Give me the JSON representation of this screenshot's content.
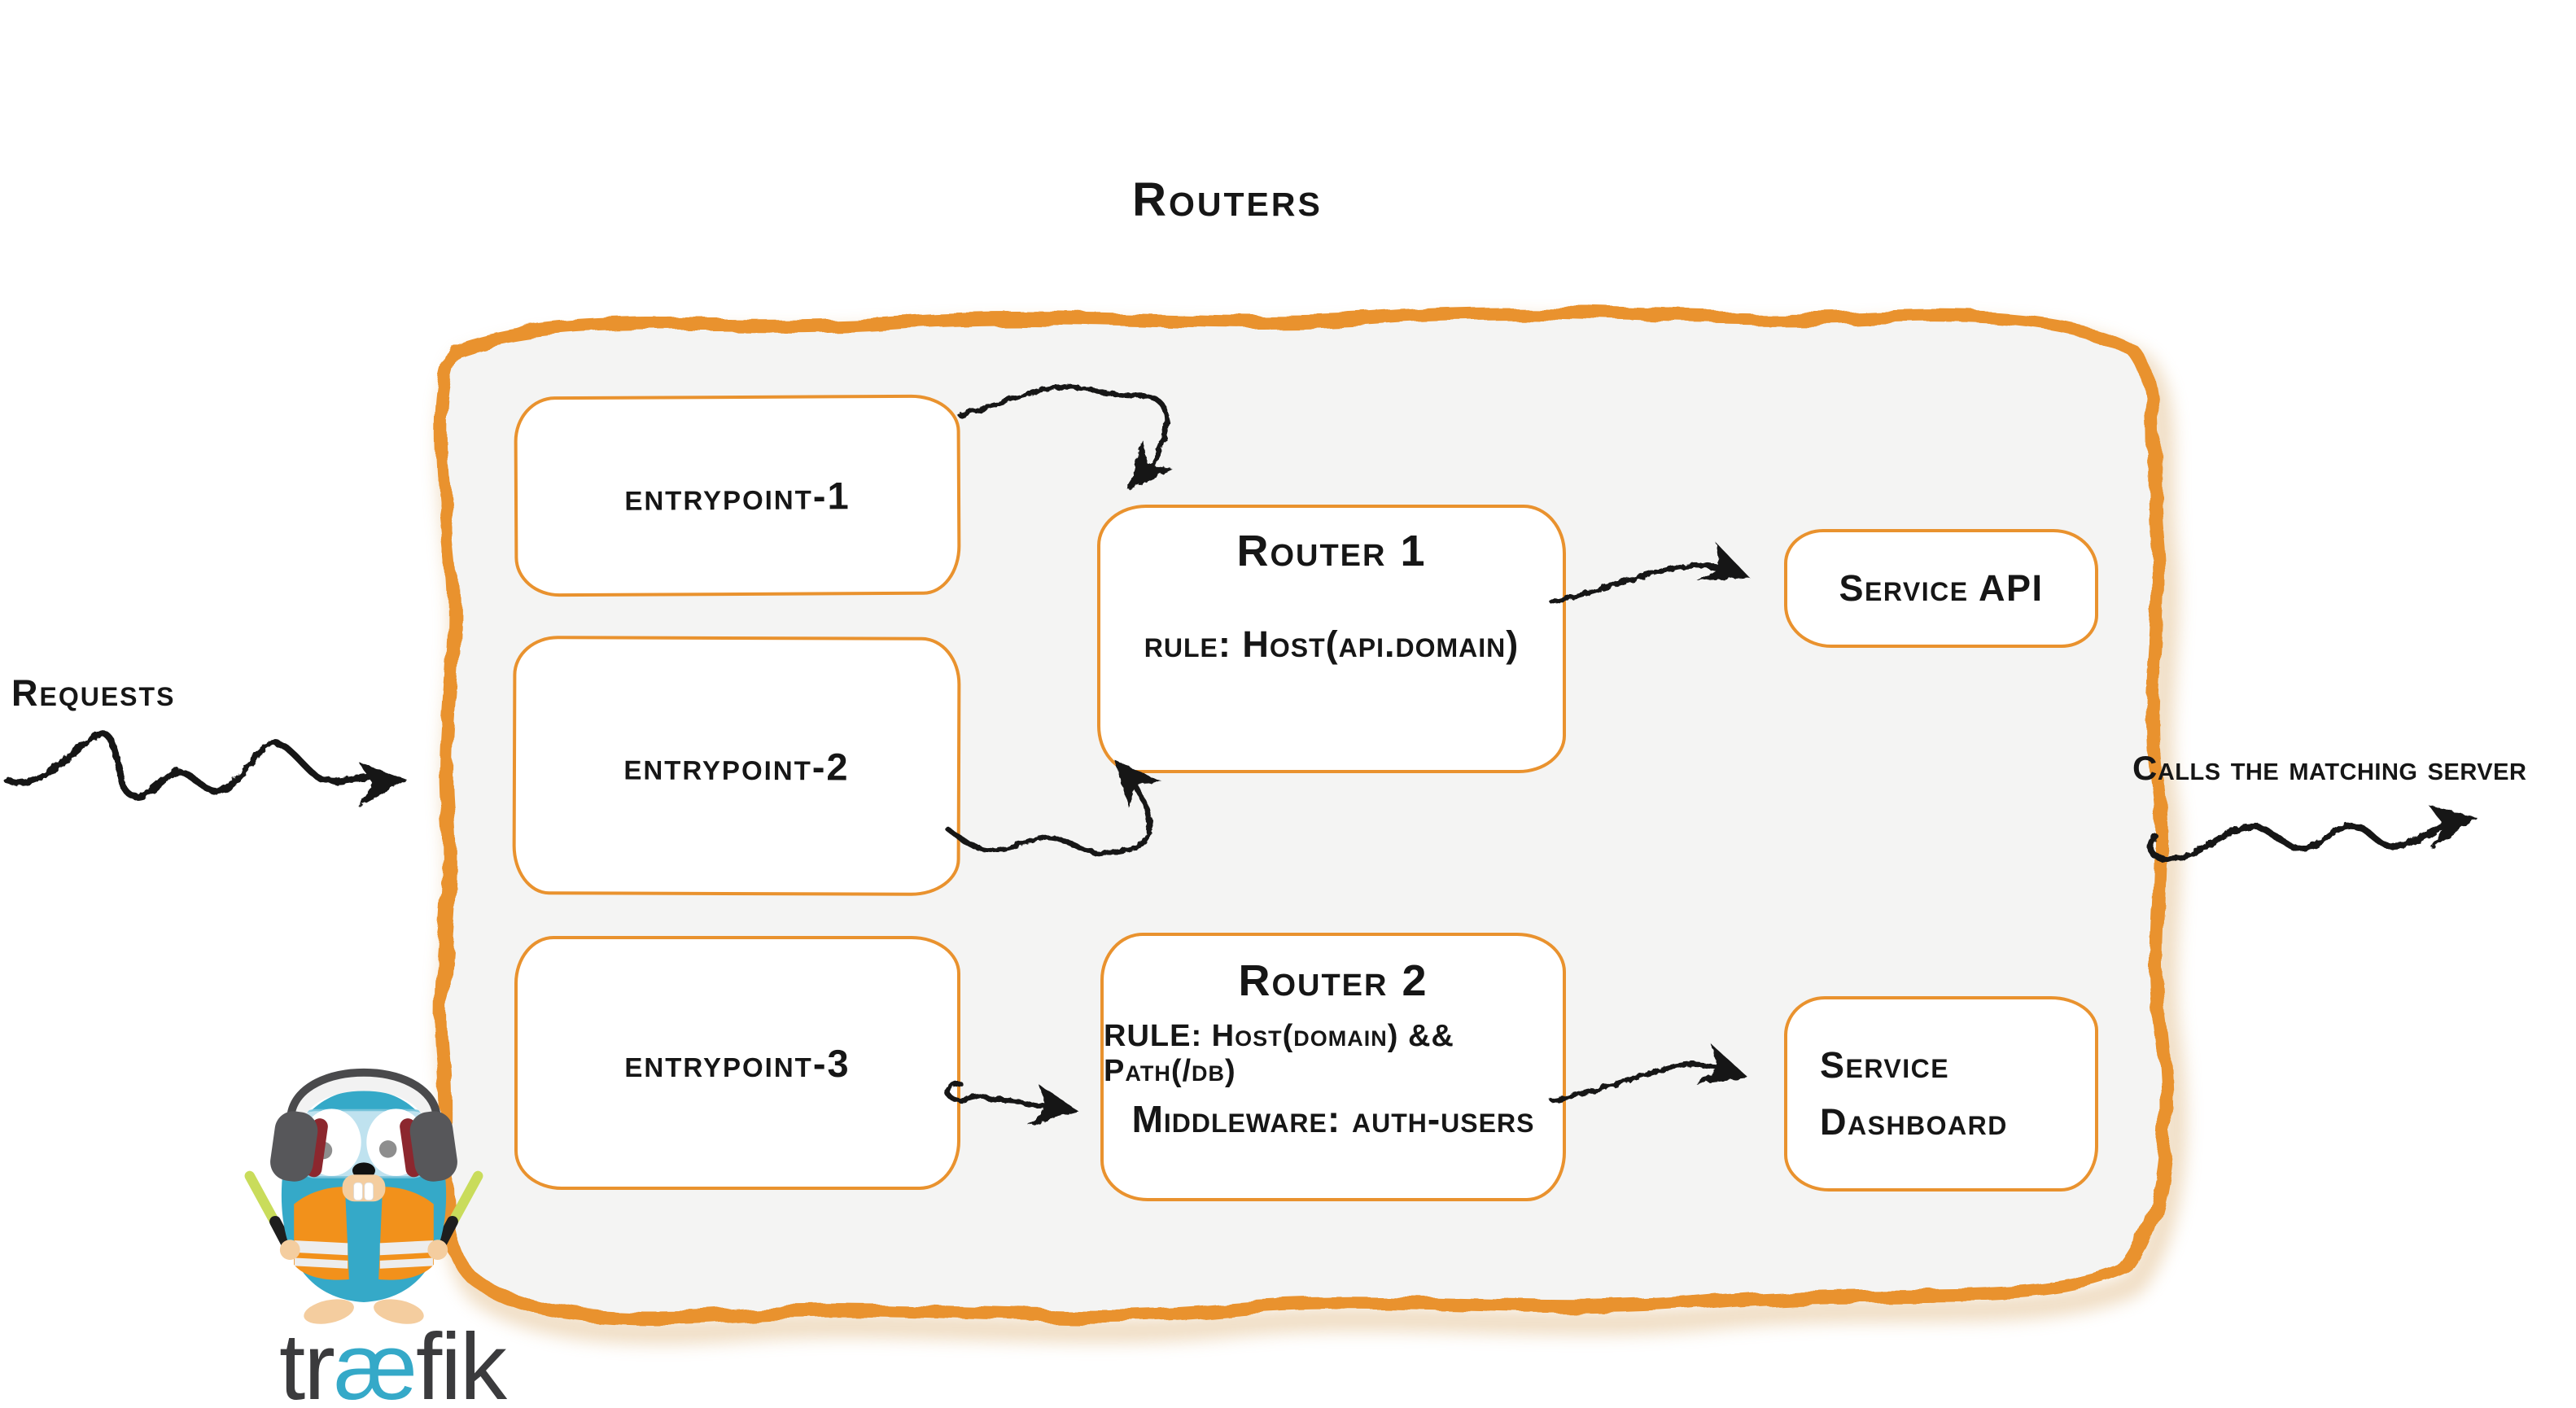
{
  "diagram": {
    "title": "Routers",
    "annotations": {
      "incoming": "Requests",
      "outgoing": "Calls the matching server"
    },
    "entrypoints": [
      {
        "label": "entrypoint-1"
      },
      {
        "label": "entrypoint-2"
      },
      {
        "label": "entrypoint-3"
      }
    ],
    "routers": [
      {
        "name": "Router 1",
        "rule": "rule: Host(api.domain)"
      },
      {
        "name": "Router 2",
        "rule": "RULE: Host(domain) && Path(/db)",
        "middleware": "Middleware: auth-users"
      }
    ],
    "services": [
      {
        "lines": [
          "Service API"
        ]
      },
      {
        "lines": [
          "Service",
          "Dashboard"
        ]
      }
    ],
    "logo": {
      "pre": "tr",
      "ligature": "æ",
      "post": "fik"
    },
    "icons": {
      "flow_arrows": [
        "requests-arrow",
        "entrypoint1-to-router1-arrow",
        "entrypoint2-to-router1-arrow",
        "entrypoint3-to-router2-arrow",
        "router1-to-service-api-arrow",
        "router2-to-service-dashboard-arrow",
        "calls-matching-server-arrow"
      ],
      "mascot": "traefik-gopher-mascot"
    },
    "colors": {
      "accent_orange": "#E9922E",
      "zone_fill": "#F4F4F3",
      "ink": "#161616",
      "brand_teal": "#35A9C8",
      "wordmark_gray": "#3B3B3D",
      "vest_orange": "#F2911B",
      "baton_green": "#C9DC5B",
      "shadow_tan": "#D8A765"
    }
  }
}
